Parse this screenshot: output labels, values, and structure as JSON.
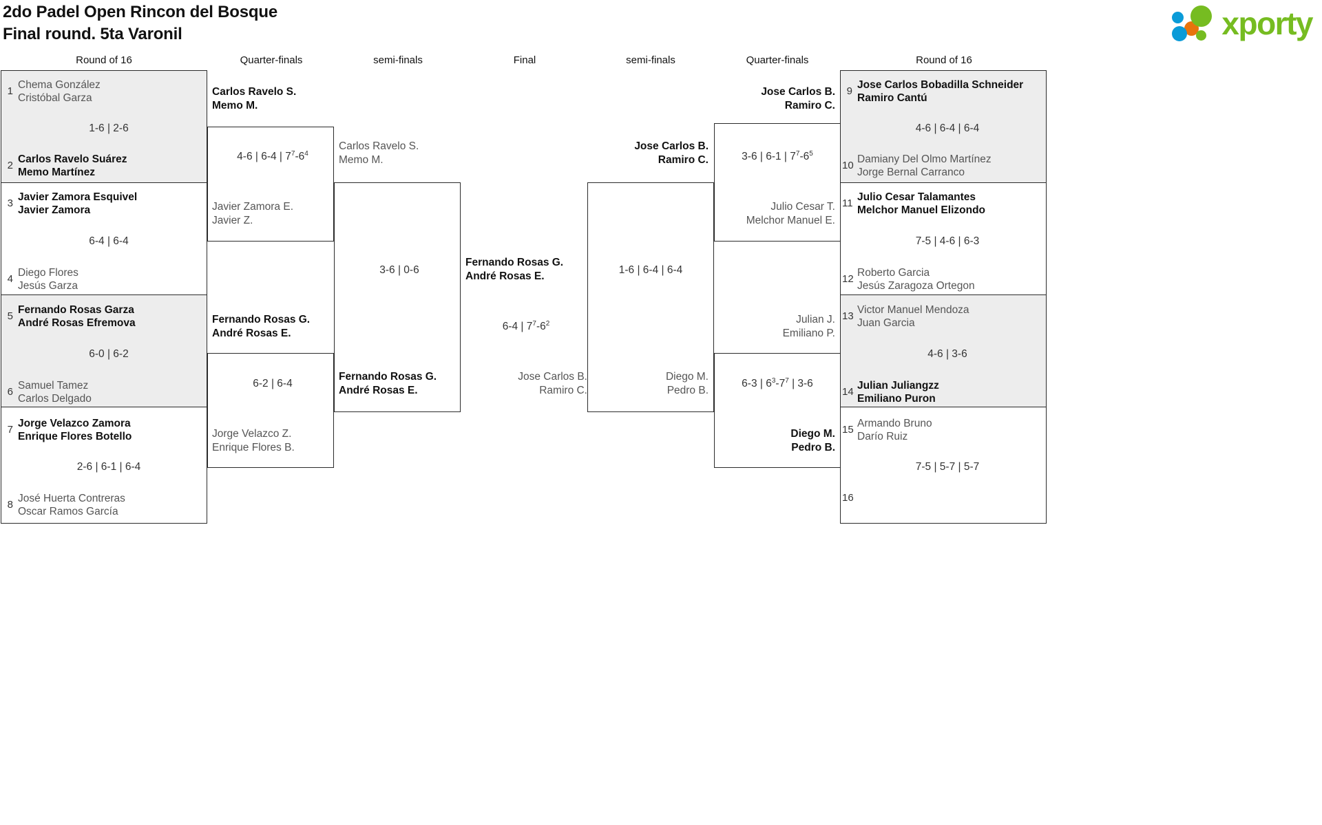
{
  "header": {
    "title_line1": "2do Padel Open Rincon del Bosque",
    "title_line2": "Final round. 5ta Varonil",
    "logo_text": "xporty",
    "logo_colors": {
      "green": "#76bc21",
      "blue": "#0a9bd8",
      "orange": "#e8740c"
    }
  },
  "round_headers": {
    "r16_left": "Round of 16",
    "qf_left": "Quarter-finals",
    "sf_left": "semi-finals",
    "final": "Final",
    "sf_right": "semi-finals",
    "qf_right": "Quarter-finals",
    "r16_right": "Round of 16"
  },
  "left_r16": [
    {
      "seed": "1",
      "p1": "Chema González",
      "p2": "Cristóbal Garza",
      "winner": false
    },
    {
      "seed": "2",
      "p1": "Carlos Ravelo Suárez",
      "p2": "Memo Martínez",
      "winner": true
    },
    {
      "seed": "3",
      "p1": "Javier Zamora Esquivel",
      "p2": "Javier Zamora",
      "winner": true
    },
    {
      "seed": "4",
      "p1": "Diego Flores",
      "p2": "Jesús Garza",
      "winner": false
    },
    {
      "seed": "5",
      "p1": "Fernando Rosas Garza",
      "p2": "André Rosas Efremova",
      "winner": true
    },
    {
      "seed": "6",
      "p1": "Samuel Tamez",
      "p2": "Carlos Delgado",
      "winner": false
    },
    {
      "seed": "7",
      "p1": "Jorge Velazco Zamora",
      "p2": "Enrique Flores Botello",
      "winner": true
    },
    {
      "seed": "8",
      "p1": "José Huerta Contreras",
      "p2": "Oscar Ramos García",
      "winner": false
    }
  ],
  "left_r16_scores": [
    {
      "text": "1-6 | 2-6"
    },
    {
      "text": "6-4 | 6-4"
    },
    {
      "text": "6-0 | 6-2"
    },
    {
      "text": "2-6 | 6-1 | 6-4"
    }
  ],
  "right_r16": [
    {
      "seed": "9",
      "p1": "Jose Carlos Bobadilla Schneider",
      "p2": "Ramiro Cantú",
      "winner": true
    },
    {
      "seed": "10",
      "p1": "Damiany Del Olmo Martínez",
      "p2": "Jorge Bernal Carranco",
      "winner": false
    },
    {
      "seed": "11",
      "p1": "Julio Cesar Talamantes",
      "p2": "Melchor Manuel Elizondo",
      "winner": true
    },
    {
      "seed": "12",
      "p1": "Roberto Garcia",
      "p2": "Jesús Zaragoza Ortegon",
      "winner": false
    },
    {
      "seed": "13",
      "p1": "Victor Manuel Mendoza",
      "p2": "Juan Garcia",
      "winner": false
    },
    {
      "seed": "14",
      "p1": "Julian Juliangzz",
      "p2": "Emiliano Puron",
      "winner": true
    },
    {
      "seed": "15",
      "p1": "Armando Bruno",
      "p2": "Darío Ruiz",
      "winner": false
    },
    {
      "seed": "16",
      "p1": "",
      "p2": "",
      "winner": false
    }
  ],
  "right_r16_scores": [
    {
      "text": "4-6 | 6-4 | 6-4"
    },
    {
      "text": "7-5 | 4-6 | 6-3"
    },
    {
      "text": "4-6 | 3-6"
    },
    {
      "text": "7-5 | 5-7 | 5-7"
    }
  ],
  "left_qf": [
    {
      "p1": "Carlos Ravelo S.",
      "p2": "Memo M.",
      "winner": true
    },
    {
      "p1": "Javier Zamora E.",
      "p2": "Javier Z.",
      "winner": false
    },
    {
      "p1": "Fernando Rosas G.",
      "p2": "André Rosas E.",
      "winner": true
    },
    {
      "p1": "Jorge Velazco Z.",
      "p2": "Enrique Flores B.",
      "winner": false
    }
  ],
  "left_qf_scores": [
    {
      "pre": "4-6 | 6-4 | 7",
      "sup1": "7",
      "mid": "-6",
      "sup2": "4",
      "post": ""
    },
    {
      "pre": "6-2 | 6-4",
      "sup1": "",
      "mid": "",
      "sup2": "",
      "post": ""
    }
  ],
  "right_qf": [
    {
      "p1": "Jose Carlos B.",
      "p2": "Ramiro C.",
      "winner": true
    },
    {
      "p1": "Julio Cesar T.",
      "p2": "Melchor Manuel E.",
      "winner": false
    },
    {
      "p1": "Julian J.",
      "p2": "Emiliano P.",
      "winner": false
    },
    {
      "p1": "Diego M.",
      "p2": "Pedro B.",
      "winner": true
    }
  ],
  "right_qf_scores": [
    {
      "pre": "3-6 | 6-1 | 7",
      "sup1": "7",
      "mid": "-6",
      "sup2": "5",
      "post": ""
    },
    {
      "pre": "6-3 | 6",
      "sup1": "3",
      "mid": "-7",
      "sup2": "7",
      "post": " | 3-6"
    }
  ],
  "left_sf": [
    {
      "p1": "Carlos Ravelo S.",
      "p2": "Memo M.",
      "winner": false
    },
    {
      "p1": "Fernando Rosas G.",
      "p2": "André Rosas E.",
      "winner": true
    }
  ],
  "left_sf_score": {
    "text": "3-6 | 0-6"
  },
  "right_sf": [
    {
      "p1": "Jose Carlos B.",
      "p2": "Ramiro C.",
      "winner": true
    },
    {
      "p1": "Diego M.",
      "p2": "Pedro B.",
      "winner": false
    }
  ],
  "right_sf_score": {
    "text": "1-6 | 6-4 | 6-4"
  },
  "final": {
    "champion": {
      "p1": "Fernando Rosas G.",
      "p2": "André Rosas E.",
      "winner": true
    },
    "runnerup": {
      "p1": "Jose Carlos B.",
      "p2": "Ramiro C.",
      "winner": false
    },
    "score": {
      "pre": "6-4 | 7",
      "sup1": "7",
      "mid": "-6",
      "sup2": "2",
      "post": ""
    }
  }
}
